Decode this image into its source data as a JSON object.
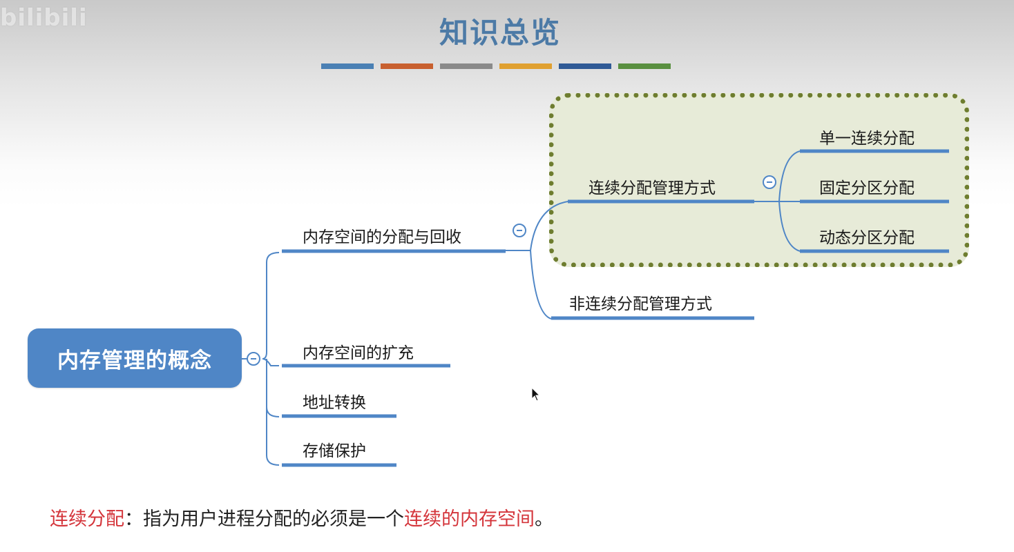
{
  "watermark": "bilibili",
  "header": {
    "title": "知识总览",
    "color_bars": [
      "#4a80b4",
      "#c8602f",
      "#8a8a8a",
      "#e0a030",
      "#2f5a96",
      "#5a9040"
    ]
  },
  "mindmap": {
    "root": "内存管理的概念",
    "branch1": {
      "label": "内存空间的分配与回收",
      "children": {
        "contiguous": {
          "label": "连续分配管理方式",
          "children": [
            "单一连续分配",
            "固定分区分配",
            "动态分区分配"
          ]
        },
        "noncontiguous": {
          "label": "非连续分配管理方式"
        }
      }
    },
    "branch2": {
      "label": "内存空间的扩充"
    },
    "branch3": {
      "label": "地址转换"
    },
    "branch4": {
      "label": "存储保护"
    },
    "highlight_color": "#6e7d2f",
    "accent": "#4f86c6"
  },
  "caption": {
    "term": "连续分配",
    "colon": "：",
    "text": "指为用户进程分配的必须是一个",
    "highlight": "连续的内存空间",
    "end": "。"
  }
}
